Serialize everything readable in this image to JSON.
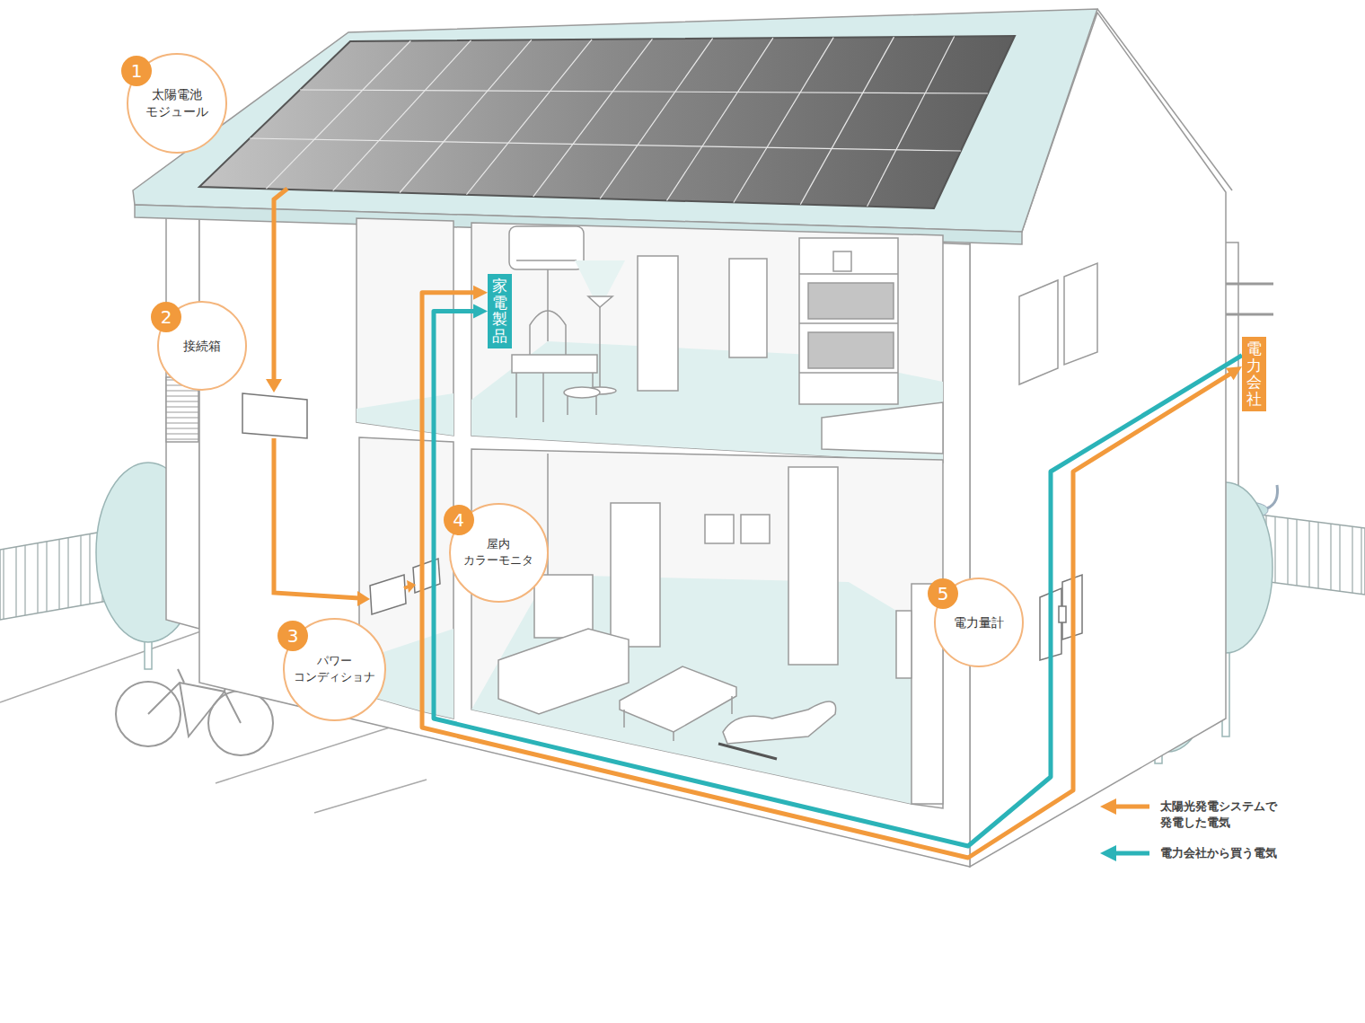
{
  "diagram": {
    "nodes": [
      {
        "text": [
          "1",
          "太陽電池 モジュール"
        ]
      },
      {
        "text": [
          "2",
          "接続箱"
        ]
      },
      {
        "text": [
          "3",
          "パワー コンディショナ"
        ]
      },
      {
        "text": [
          "4",
          "屋内 カラーモニタ"
        ]
      },
      {
        "text": [
          "5",
          "電力量計"
        ]
      },
      {
        "text": [
          "家電製品"
        ]
      },
      {
        "text": [
          "電力会社"
        ]
      }
    ],
    "edges": [
      {
        "from": 6,
        "to": 5,
        "arrow": "to"
      },
      {
        "from": 5,
        "to": 6,
        "arrow": "both"
      }
    ],
    "legend": [
      {
        "text": "太陽光発電システムで 発電した電気"
      },
      {
        "text": "電力会社から買う電気"
      }
    ]
  }
}
